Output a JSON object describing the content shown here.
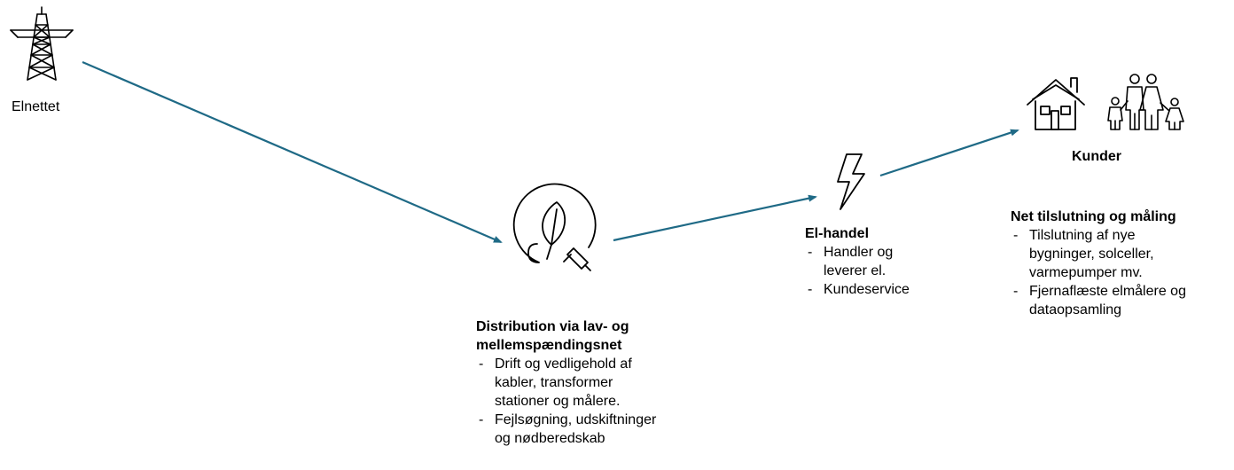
{
  "nodes": {
    "elnettet": {
      "label": "Elnettet",
      "icon": "power-pylon-icon"
    },
    "distribution": {
      "icon": "leaf-plug-icon",
      "heading_lines": [
        "Distribution via lav- og",
        "mellemspændingsnet"
      ],
      "bullets": [
        [
          "Drift og vedligehold af",
          "kabler, transformer",
          "stationer og målere."
        ],
        [
          "Fejlsøgning, udskiftninger",
          "og nødberedskab"
        ]
      ]
    },
    "elhandel": {
      "icon": "lightning-bolt-icon",
      "heading": "El-handel",
      "bullets": [
        [
          "Handler og",
          "leverer el."
        ],
        [
          "Kundeservice"
        ]
      ]
    },
    "kunder": {
      "icons": [
        "house-icon",
        "family-icon"
      ],
      "label": "Kunder",
      "section_heading": "Net tilslutning og måling",
      "bullets": [
        [
          "Tilslutning af nye",
          "bygninger, solceller,",
          "varmepumper mv."
        ],
        [
          "Fjernaflæste elmålere og",
          "dataopsamling"
        ]
      ]
    }
  },
  "colors": {
    "arrow": "#1f6a86",
    "icon_stroke": "#000000",
    "text": "#000000"
  }
}
